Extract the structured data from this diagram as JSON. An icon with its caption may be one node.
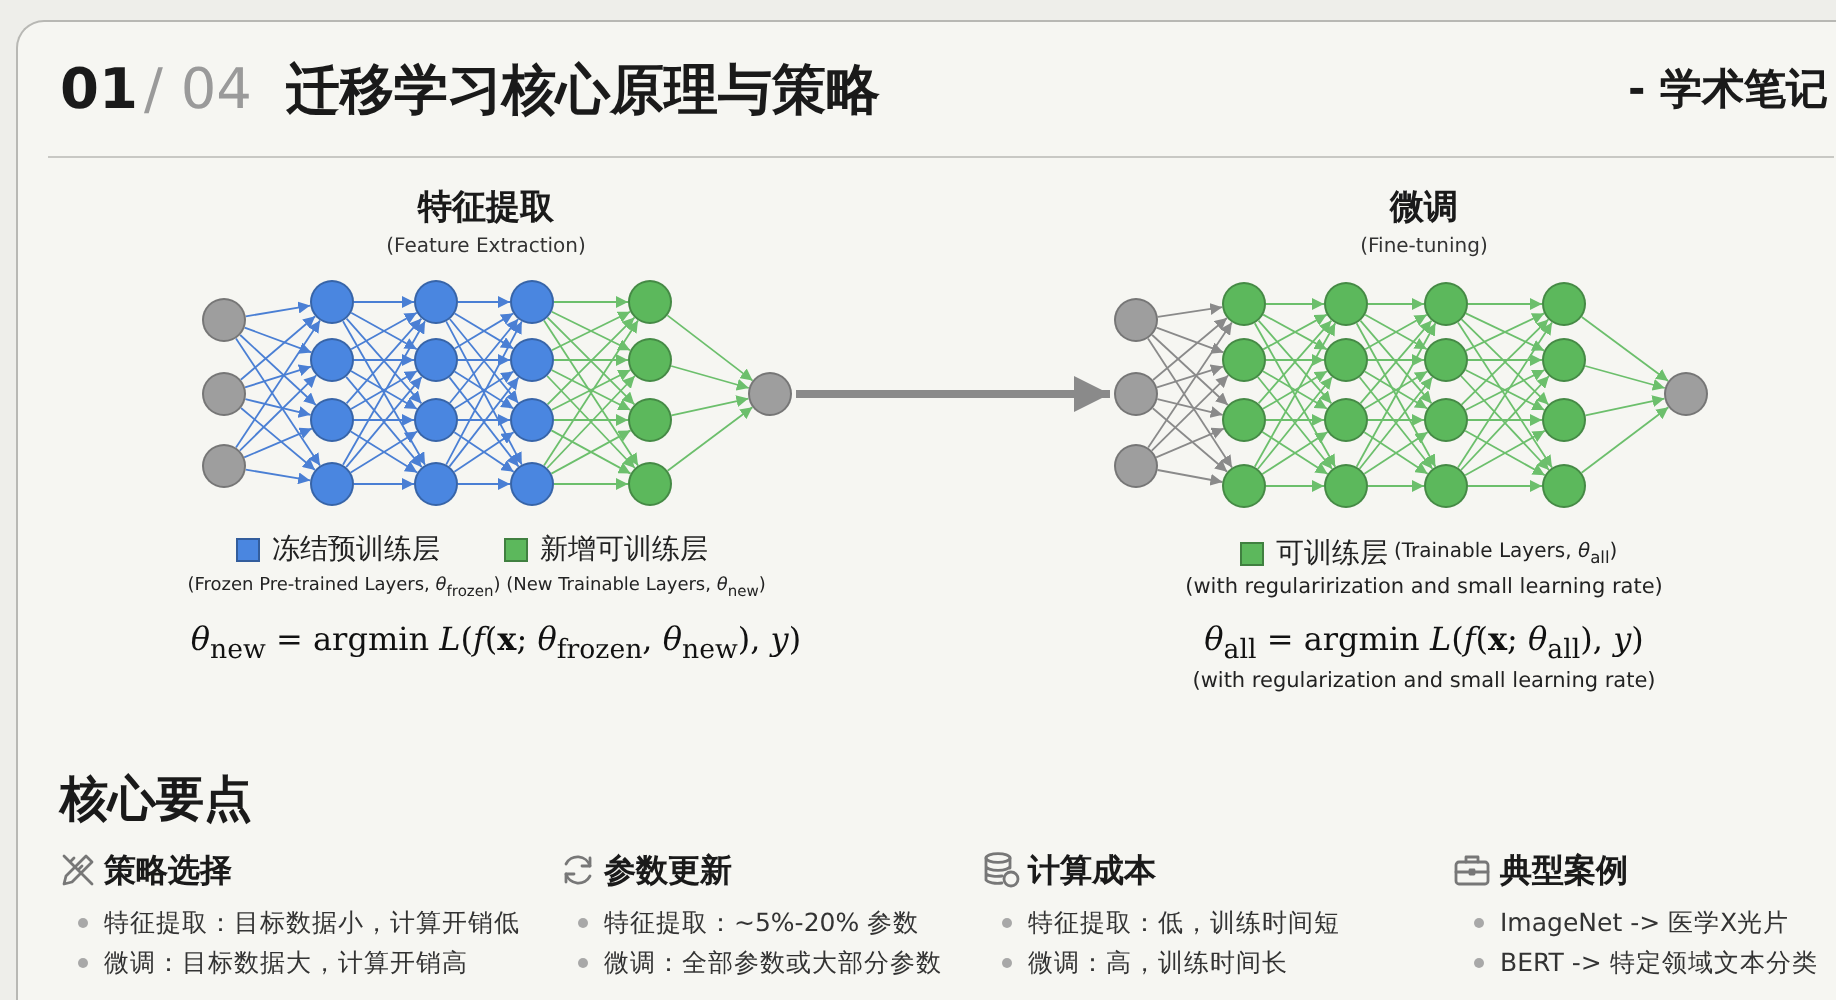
{
  "diagram": {
    "title": "迁移学习核心原理与策略",
    "nodes": [
      {
        "text": [],
        "shape": "circle"
      },
      {
        "text": [],
        "shape": "circle"
      },
      {
        "text": [],
        "shape": "circle"
      },
      {
        "text": [],
        "shape": "circle"
      },
      {
        "text": [],
        "shape": "circle"
      },
      {
        "text": [],
        "shape": "circle"
      },
      {
        "text": [],
        "shape": "circle"
      },
      {
        "text": [],
        "shape": "circle"
      },
      {
        "text": [],
        "shape": "circle"
      },
      {
        "text": [],
        "shape": "circle"
      },
      {
        "text": [],
        "shape": "circle"
      },
      {
        "text": [],
        "shape": "circle"
      },
      {
        "text": [],
        "shape": "circle"
      },
      {
        "text": [],
        "shape": "circle"
      },
      {
        "text": [],
        "shape": "circle"
      },
      {
        "text": [],
        "shape": "circle"
      },
      {
        "text": [],
        "shape": "circle"
      },
      {
        "text": [],
        "shape": "circle"
      },
      {
        "text": [],
        "shape": "circle"
      },
      {
        "text": [],
        "shape": "circle"
      },
      {
        "text": [],
        "shape": "circle"
      },
      {
        "text": [],
        "shape": "circle"
      },
      {
        "text": [],
        "shape": "circle"
      },
      {
        "text": [],
        "shape": "circle"
      },
      {
        "text": [],
        "shape": "circle"
      },
      {
        "text": [],
        "shape": "circle"
      },
      {
        "text": [],
        "shape": "circle"
      },
      {
        "text": [],
        "shape": "circle"
      },
      {
        "text": [],
        "shape": "circle"
      },
      {
        "text": [],
        "shape": "circle"
      },
      {
        "text": [],
        "shape": "circle"
      },
      {
        "text": [],
        "shape": "circle"
      },
      {
        "text": [],
        "shape": "circle"
      },
      {
        "text": [],
        "shape": "circle"
      },
      {
        "text": [],
        "shape": "circle"
      },
      {
        "text": [],
        "shape": "circle"
      },
      {
        "text": [],
        "shape": "circle"
      },
      {
        "text": [],
        "shape": "circle"
      },
      {
        "text": [],
        "shape": "circle"
      },
      {
        "text": [],
        "shape": "circle"
      }
    ],
    "edges": [
      {
        "from": 0,
        "to": 3,
        "arrow": "to",
        "color": "#4a7fd4"
      },
      {
        "from": 0,
        "to": 4,
        "arrow": "to",
        "color": "#4a7fd4"
      },
      {
        "from": 0,
        "to": 5,
        "arrow": "to",
        "color": "#4a7fd4"
      },
      {
        "from": 0,
        "to": 6,
        "arrow": "to",
        "color": "#4a7fd4"
      },
      {
        "from": 1,
        "to": 3,
        "arrow": "to",
        "color": "#4a7fd4"
      },
      {
        "from": 1,
        "to": 4,
        "arrow": "to",
        "color": "#4a7fd4"
      },
      {
        "from": 1,
        "to": 5,
        "arrow": "to",
        "color": "#4a7fd4"
      },
      {
        "from": 1,
        "to": 6,
        "arrow": "to",
        "color": "#4a7fd4"
      },
      {
        "from": 2,
        "to": 3,
        "arrow": "to",
        "color": "#4a7fd4"
      },
      {
        "from": 2,
        "to": 4,
        "arrow": "to",
        "color": "#4a7fd4"
      },
      {
        "from": 2,
        "to": 5,
        "arrow": "to",
        "color": "#4a7fd4"
      },
      {
        "from": 2,
        "to": 6,
        "arrow": "to",
        "color": "#4a7fd4"
      },
      {
        "from": 3,
        "to": 7,
        "arrow": "to",
        "color": "#4a7fd4"
      },
      {
        "from": 3,
        "to": 8,
        "arrow": "to",
        "color": "#4a7fd4"
      },
      {
        "from": 3,
        "to": 9,
        "arrow": "to",
        "color": "#4a7fd4"
      },
      {
        "from": 3,
        "to": 10,
        "arrow": "to",
        "color": "#4a7fd4"
      },
      {
        "from": 4,
        "to": 7,
        "arrow": "to",
        "color": "#4a7fd4"
      },
      {
        "from": 4,
        "to": 8,
        "arrow": "to",
        "color": "#4a7fd4"
      },
      {
        "from": 4,
        "to": 9,
        "arrow": "to",
        "color": "#4a7fd4"
      },
      {
        "from": 4,
        "to": 10,
        "arrow": "to",
        "color": "#4a7fd4"
      },
      {
        "from": 5,
        "to": 7,
        "arrow": "to",
        "color": "#4a7fd4"
      },
      {
        "from": 5,
        "to": 8,
        "arrow": "to",
        "color": "#4a7fd4"
      },
      {
        "from": 5,
        "to": 9,
        "arrow": "to",
        "color": "#4a7fd4"
      },
      {
        "from": 5,
        "to": 10,
        "arrow": "to",
        "color": "#4a7fd4"
      },
      {
        "from": 6,
        "to": 7,
        "arrow": "to",
        "color": "#4a7fd4"
      },
      {
        "from": 6,
        "to": 8,
        "arrow": "to",
        "color": "#4a7fd4"
      },
      {
        "from": 6,
        "to": 9,
        "arrow": "to",
        "color": "#4a7fd4"
      },
      {
        "from": 6,
        "to": 10,
        "arrow": "to",
        "color": "#4a7fd4"
      },
      {
        "from": 7,
        "to": 11,
        "arrow": "to",
        "color": "#4a7fd4"
      },
      {
        "from": 7,
        "to": 12,
        "arrow": "to",
        "color": "#4a7fd4"
      },
      {
        "from": 7,
        "to": 13,
        "arrow": "to",
        "color": "#4a7fd4"
      },
      {
        "from": 7,
        "to": 14,
        "arrow": "to",
        "color": "#4a7fd4"
      },
      {
        "from": 8,
        "to": 11,
        "arrow": "to",
        "color": "#4a7fd4"
      },
      {
        "from": 8,
        "to": 12,
        "arrow": "to",
        "color": "#4a7fd4"
      },
      {
        "from": 8,
        "to": 13,
        "arrow": "to",
        "color": "#4a7fd4"
      },
      {
        "from": 8,
        "to": 14,
        "arrow": "to",
        "color": "#4a7fd4"
      },
      {
        "from": 9,
        "to": 11,
        "arrow": "to",
        "color": "#4a7fd4"
      },
      {
        "from": 9,
        "to": 12,
        "arrow": "to",
        "color": "#4a7fd4"
      },
      {
        "from": 9,
        "to": 13,
        "arrow": "to",
        "color": "#4a7fd4"
      },
      {
        "from": 9,
        "to": 14,
        "arrow": "to",
        "color": "#4a7fd4"
      },
      {
        "from": 10,
        "to": 11,
        "arrow": "to",
        "color": "#4a7fd4"
      },
      {
        "from": 10,
        "to": 12,
        "arrow": "to",
        "color": "#4a7fd4"
      },
      {
        "from": 10,
        "to": 13,
        "arrow": "to",
        "color": "#4a7fd4"
      },
      {
        "from": 10,
        "to": 14,
        "arrow": "to",
        "color": "#4a7fd4"
      },
      {
        "from": 11,
        "to": 15,
        "arrow": "to"
      },
      {
        "from": 11,
        "to": 16,
        "arrow": "to"
      },
      {
        "from": 11,
        "to": 17,
        "arrow": "to"
      },
      {
        "from": 11,
        "to": 18,
        "arrow": "to"
      },
      {
        "from": 12,
        "to": 15,
        "arrow": "to"
      },
      {
        "from": 12,
        "to": 16,
        "arrow": "to"
      },
      {
        "from": 12,
        "to": 17,
        "arrow": "to"
      },
      {
        "from": 12,
        "to": 18,
        "arrow": "to"
      },
      {
        "from": 13,
        "to": 15,
        "arrow": "to"
      },
      {
        "from": 13,
        "to": 16,
        "arrow": "to"
      },
      {
        "from": 13,
        "to": 17,
        "arrow": "to"
      },
      {
        "from": 13,
        "to": 18,
        "arrow": "to"
      },
      {
        "from": 14,
        "to": 15,
        "arrow": "to"
      },
      {
        "from": 14,
        "to": 16,
        "arrow": "to"
      },
      {
        "from": 14,
        "to": 17,
        "arrow": "to"
      },
      {
        "from": 14,
        "to": 18,
        "arrow": "to"
      },
      {
        "from": 15,
        "to": 19,
        "arrow": "to"
      },
      {
        "from": 16,
        "to": 19,
        "arrow": "to"
      },
      {
        "from": 17,
        "to": 19,
        "arrow": "to"
      },
      {
        "from": 18,
        "to": 19,
        "arrow": "to"
      },
      {
        "from": 19,
        "to": 21,
        "arrow": "to",
        "style": "thick",
        "color": "#8a8a8a"
      },
      {
        "from": 20,
        "to": 23,
        "arrow": "to",
        "color": "#8a8a8a"
      },
      {
        "from": 20,
        "to": 24,
        "arrow": "to",
        "color": "#8a8a8a"
      },
      {
        "from": 20,
        "to": 25,
        "arrow": "to",
        "color": "#8a8a8a"
      },
      {
        "from": 20,
        "to": 26,
        "arrow": "to",
        "color": "#8a8a8a"
      },
      {
        "from": 21,
        "to": 23,
        "arrow": "to",
        "color": "#8a8a8a"
      },
      {
        "from": 21,
        "to": 24,
        "arrow": "to",
        "color": "#8a8a8a"
      },
      {
        "from": 21,
        "to": 25,
        "arrow": "to",
        "color": "#8a8a8a"
      },
      {
        "from": 21,
        "to": 26,
        "arrow": "to",
        "color": "#8a8a8a"
      },
      {
        "from": 22,
        "to": 23,
        "arrow": "to",
        "color": "#8a8a8a"
      },
      {
        "from": 22,
        "to": 24,
        "arrow": "to",
        "color": "#8a8a8a"
      },
      {
        "from": 22,
        "to": 25,
        "arrow": "to",
        "color": "#8a8a8a"
      },
      {
        "from": 22,
        "to": 26,
        "arrow": "to",
        "color": "#8a8a8a"
      },
      {
        "from": 23,
        "to": 27,
        "arrow": "to"
      },
      {
        "from": 23,
        "to": 28,
        "arrow": "to"
      },
      {
        "from": 23,
        "to": 29,
        "arrow": "to"
      },
      {
        "from": 23,
        "to": 30,
        "arrow": "to"
      },
      {
        "from": 24,
        "to": 27,
        "arrow": "to"
      },
      {
        "from": 24,
        "to": 28,
        "arrow": "to"
      },
      {
        "from": 24,
        "to": 29,
        "arrow": "to"
      },
      {
        "from": 24,
        "to": 30,
        "arrow": "to"
      },
      {
        "from": 25,
        "to": 27,
        "arrow": "to"
      },
      {
        "from": 25,
        "to": 28,
        "arrow": "to"
      },
      {
        "from": 25,
        "to": 29,
        "arrow": "to"
      },
      {
        "from": 25,
        "to": 30,
        "arrow": "to"
      },
      {
        "from": 26,
        "to": 27,
        "arrow": "to"
      },
      {
        "from": 26,
        "to": 28,
        "arrow": "to"
      },
      {
        "from": 26,
        "to": 29,
        "arrow": "to"
      },
      {
        "from": 26,
        "to": 30,
        "arrow": "to"
      },
      {
        "from": 27,
        "to": 31,
        "arrow": "to"
      },
      {
        "from": 27,
        "to": 32,
        "arrow": "to"
      },
      {
        "from": 27,
        "to": 33,
        "arrow": "to"
      },
      {
        "from": 27,
        "to": 34,
        "arrow": "to"
      },
      {
        "from": 28,
        "to": 31,
        "arrow": "to"
      },
      {
        "from": 28,
        "to": 32,
        "arrow": "to"
      },
      {
        "from": 28,
        "to": 33,
        "arrow": "to"
      },
      {
        "from": 28,
        "to": 34,
        "arrow": "to"
      },
      {
        "from": 29,
        "to": 31,
        "arrow": "to"
      },
      {
        "from": 29,
        "to": 32,
        "arrow": "to"
      },
      {
        "from": 29,
        "to": 33,
        "arrow": "to"
      },
      {
        "from": 29,
        "to": 34,
        "arrow": "to"
      },
      {
        "from": 30,
        "to": 31,
        "arrow": "to"
      },
      {
        "from": 30,
        "to": 32,
        "arrow": "to"
      },
      {
        "from": 30,
        "to": 33,
        "arrow": "to"
      },
      {
        "from": 30,
        "to": 34,
        "arrow": "to"
      },
      {
        "from": 31,
        "to": 35,
        "arrow": "to"
      },
      {
        "from": 31,
        "to": 36,
        "arrow": "to"
      },
      {
        "from": 31,
        "to": 37,
        "arrow": "to"
      },
      {
        "from": 31,
        "to": 38,
        "arrow": "to"
      },
      {
        "from": 32,
        "to": 35,
        "arrow": "to"
      },
      {
        "from": 32,
        "to": 36,
        "arrow": "to"
      },
      {
        "from": 32,
        "to": 37,
        "arrow": "to"
      },
      {
        "from": 32,
        "to": 38,
        "arrow": "to"
      },
      {
        "from": 33,
        "to": 35,
        "arrow": "to"
      },
      {
        "from": 33,
        "to": 36,
        "arrow": "to"
      },
      {
        "from": 33,
        "to": 37,
        "arrow": "to"
      },
      {
        "from": 33,
        "to": 38,
        "arrow": "to"
      },
      {
        "from": 34,
        "to": 35,
        "arrow": "to"
      },
      {
        "from": 34,
        "to": 36,
        "arrow": "to"
      },
      {
        "from": 34,
        "to": 37,
        "arrow": "to"
      },
      {
        "from": 34,
        "to": 38,
        "arrow": "to"
      },
      {
        "from": 35,
        "to": 39,
        "arrow": "to"
      },
      {
        "from": 36,
        "to": 39,
        "arrow": "to"
      },
      {
        "from": 37,
        "to": 39,
        "arrow": "to"
      },
      {
        "from": 38,
        "to": 39,
        "arrow": "to"
      }
    ],
    "labels": [
      "01",
      "/ 04",
      "- 学术笔记",
      "特征提取",
      "(Feature Extraction)",
      "微调",
      "(Fine-tuning)",
      "(Frozen Pre-trained Layers, *θ*$_{frozen}$)",
      "(New Trainable Layers, *θ*$_{new}$)",
      "(Trainable Layers, *θ*$_{all}$)",
      "(with regularirization and small learning rate)",
      "*θ*$_{new}$ = argmin *L*(*f*(**x**; *θ*$_{frozen}$, *θ*$_{new}$), *y*)",
      "*θ*$_{all}$ = argmin *L*(*f*(**x**; *θ*$_{all}$), *y*)",
      "(with regularization and small learning rate)",
      "核心要点",
      "策略选择",
      "特征提取：目标数据小，计算开销低",
      "微调：目标数据大，计算开销高",
      "参数更新",
      "特征提取：~5%-20% 参数",
      "微调：全部参数或大部分参数",
      "计算成本",
      "特征提取：低，训练时间短",
      "微调：高，训练时间长",
      "典型案例",
      "ImageNet -> 医学X光片",
      "BERT -> 特定领域文本分类"
    ],
    "legend": [
      {
        "text": "冻结预训练层",
        "color": "#4a86e0"
      },
      {
        "text": "新增可训练层",
        "color": "#5cb85c"
      },
      {
        "text": "可训练层",
        "color": "#5cb85c"
      }
    ]
  }
}
